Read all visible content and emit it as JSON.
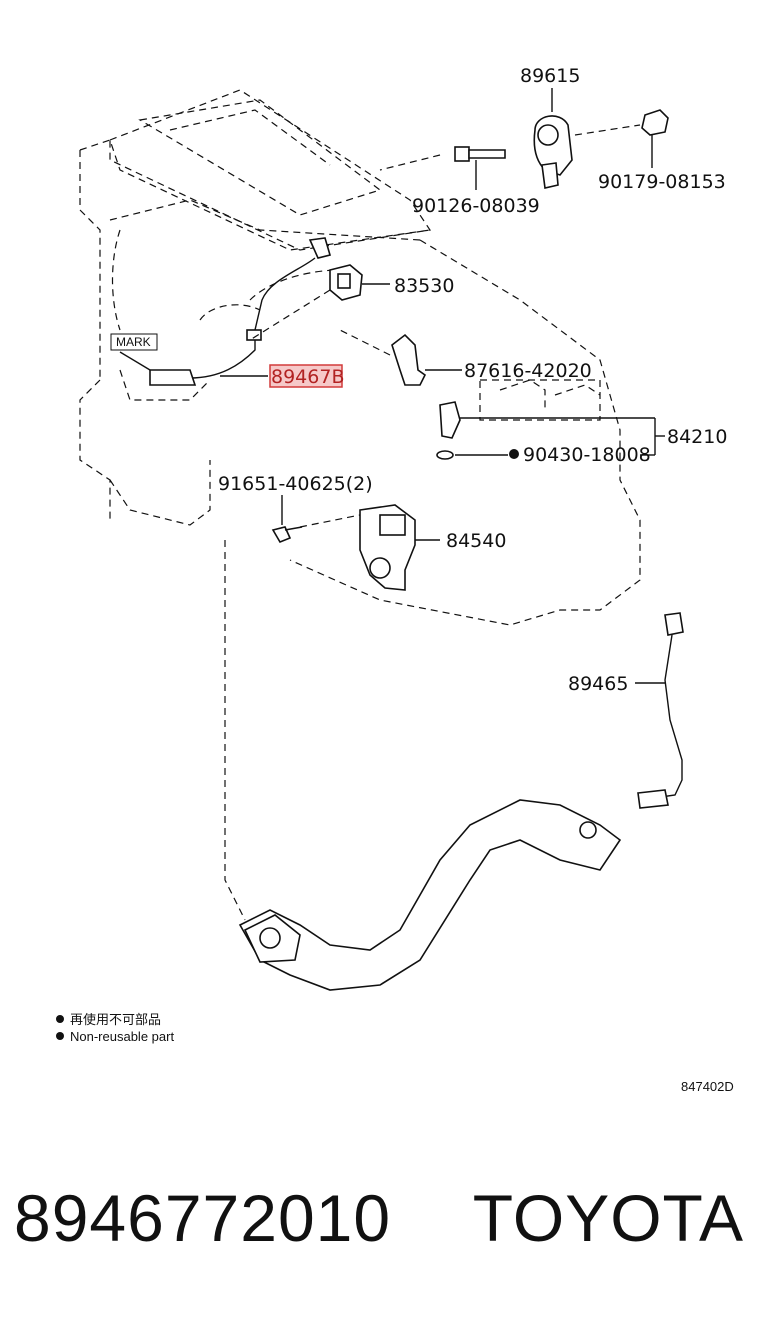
{
  "callouts": {
    "p89615": "89615",
    "p90179": "90179-08153",
    "p90126": "90126-08039",
    "p83530": "83530",
    "p87616": "87616-42020",
    "p89467": "89467B",
    "p84210": "84210",
    "p90430": "90430-18008",
    "p91651": "91651-40625(2)",
    "p84540": "84540",
    "p89465": "89465",
    "mark": "MARK"
  },
  "legend": {
    "japanese": "再使用不可部品",
    "english": "Non-reusable part"
  },
  "diagram_code": "847402D",
  "footer": {
    "part_number": "8946772010",
    "brand": "TOYOTA"
  },
  "colors": {
    "highlight_fill": "#f6c9c9",
    "highlight_stroke": "#d23b3b"
  }
}
